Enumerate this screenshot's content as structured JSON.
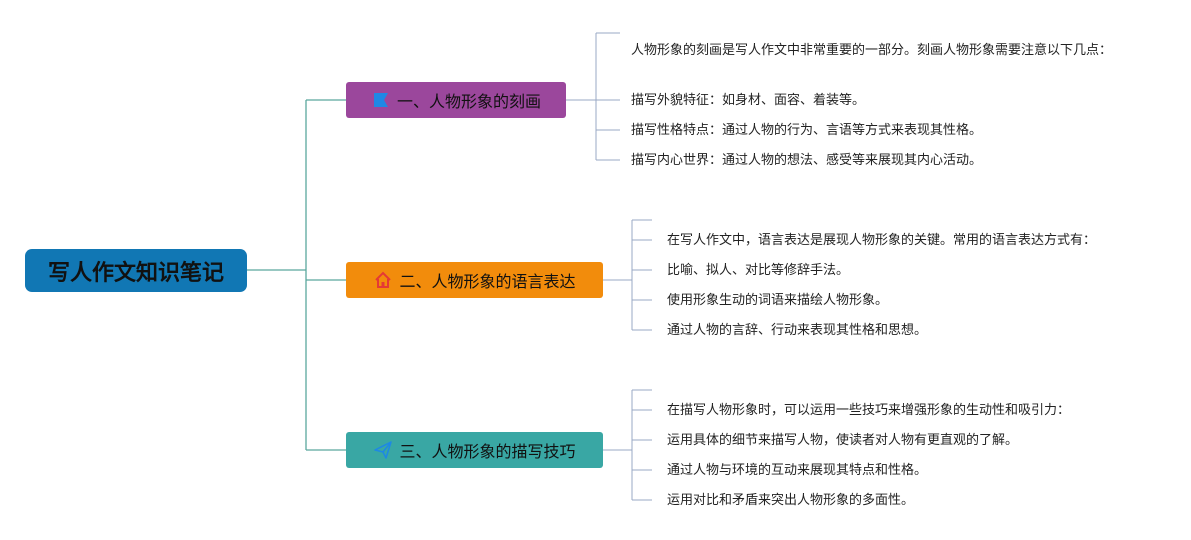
{
  "colors": {
    "root_bg": "#1177b4",
    "branch1_bg": "#9b479c",
    "branch2_bg": "#f28c0c",
    "branch3_bg": "#39a7a4",
    "line": "#5aa79d",
    "leaf_line": "#9aa9c4"
  },
  "root": {
    "title": "写人作文知识笔记"
  },
  "branches": [
    {
      "label": "一、人物形象的刻画",
      "icon": "flag-icon",
      "items": [
        "人物形象的刻画是写人作文中非常重要的一部分。刻画人物形象需要注意以下几点：",
        "描写外貌特征：如身材、面容、着装等。",
        "描写性格特点：通过人物的行为、言语等方式来表现其性格。",
        "描写内心世界：通过人物的想法、感受等来展现其内心活动。"
      ]
    },
    {
      "label": "二、人物形象的语言表达",
      "icon": "home-icon",
      "items": [
        "在写人作文中，语言表达是展现人物形象的关键。常用的语言表达方式有：",
        "比喻、拟人、对比等修辞手法。",
        "使用形象生动的词语来描绘人物形象。",
        "通过人物的言辞、行动来表现其性格和思想。"
      ]
    },
    {
      "label": "三、人物形象的描写技巧",
      "icon": "send-icon",
      "items": [
        "在描写人物形象时，可以运用一些技巧来增强形象的生动性和吸引力：",
        "运用具体的细节来描写人物，使读者对人物有更直观的了解。",
        "通过人物与环境的互动来展现其特点和性格。",
        "运用对比和矛盾来突出人物形象的多面性。"
      ]
    }
  ]
}
